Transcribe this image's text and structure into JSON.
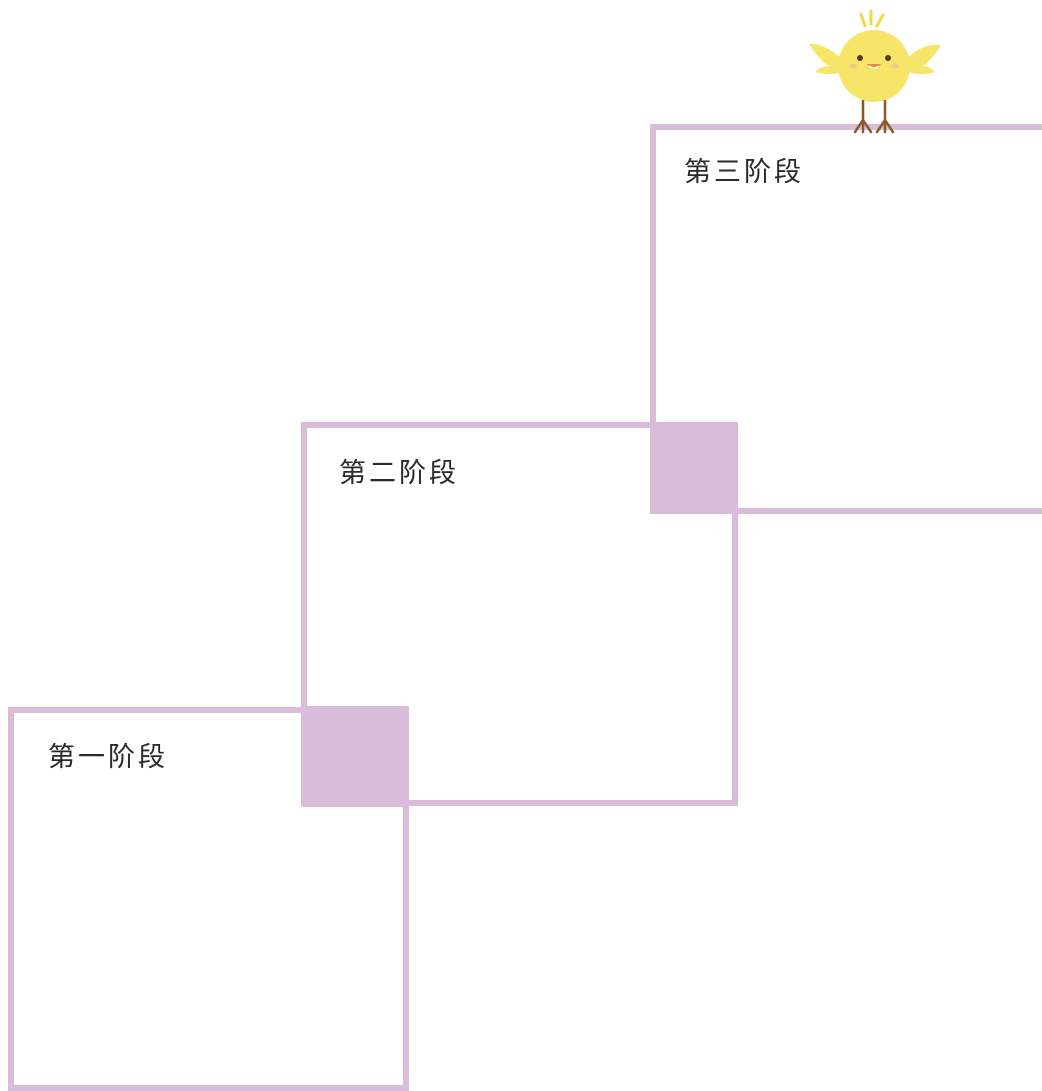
{
  "stages": [
    {
      "label": "第一阶段"
    },
    {
      "label": "第二阶段"
    },
    {
      "label": "第三阶段"
    }
  ],
  "colors": {
    "frame": "#d8bcd9",
    "overlap": "#d8bcd9",
    "text": "#2a2a2a",
    "chick_body": "#f7e56a",
    "chick_legs": "#8a5a2b"
  },
  "decoration": {
    "icon": "chick-icon"
  }
}
